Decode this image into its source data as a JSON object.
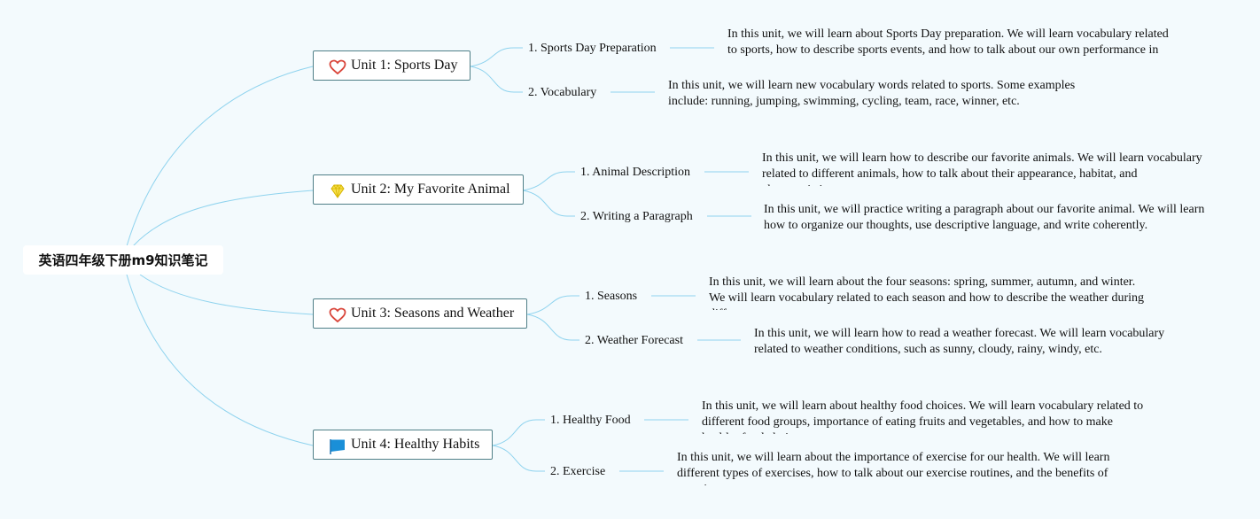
{
  "root": {
    "title": "英语四年级下册m9知识笔记"
  },
  "colors": {
    "connector": "#8fd3ee",
    "node_border": "#4f7f87",
    "background": "#f3fafd"
  },
  "units": [
    {
      "title": "Unit 1: Sports Day",
      "icon": "heart-icon",
      "topics": [
        {
          "label": "1. Sports Day Preparation",
          "text": "In this unit, we will learn about Sports Day preparation. We will learn vocabulary related to sports, how to describe sports events, and how to talk about our own performance in sports."
        },
        {
          "label": "2. Vocabulary",
          "text": "In this unit, we will learn new vocabulary words related to sports. Some examples include: running, jumping, swimming, cycling, team, race, winner, etc."
        }
      ]
    },
    {
      "title": "Unit 2: My Favorite Animal",
      "icon": "gem-icon",
      "topics": [
        {
          "label": "1. Animal Description",
          "text": "In this unit, we will learn how to describe our favorite animals. We will learn vocabulary related to different animals, how to talk about their appearance, habitat, and characteristics."
        },
        {
          "label": "2. Writing a Paragraph",
          "text": "In this unit, we will practice writing a paragraph about our favorite animal. We will learn how to organize our thoughts, use descriptive language, and write coherently."
        }
      ]
    },
    {
      "title": "Unit 3: Seasons and Weather",
      "icon": "heart-icon",
      "topics": [
        {
          "label": "1. Seasons",
          "text": "In this unit, we will learn about the four seasons: spring, summer, autumn, and winter. We will learn vocabulary related to each season and how to describe the weather during different seasons."
        },
        {
          "label": "2. Weather Forecast",
          "text": "In this unit, we will learn how to read a weather forecast. We will learn vocabulary related to weather conditions, such as sunny, cloudy, rainy, windy, etc."
        }
      ]
    },
    {
      "title": "Unit 4: Healthy Habits",
      "icon": "flag-icon",
      "topics": [
        {
          "label": "1. Healthy Food",
          "text": "In this unit, we will learn about healthy food choices. We will learn vocabulary related to different food groups, importance of eating fruits and vegetables, and how to make healthy food choices."
        },
        {
          "label": "2. Exercise",
          "text": "In this unit, we will learn about the importance of exercise for our health. We will learn different types of exercises, how to talk about our exercise routines, and the benefits of exercise."
        }
      ]
    }
  ]
}
